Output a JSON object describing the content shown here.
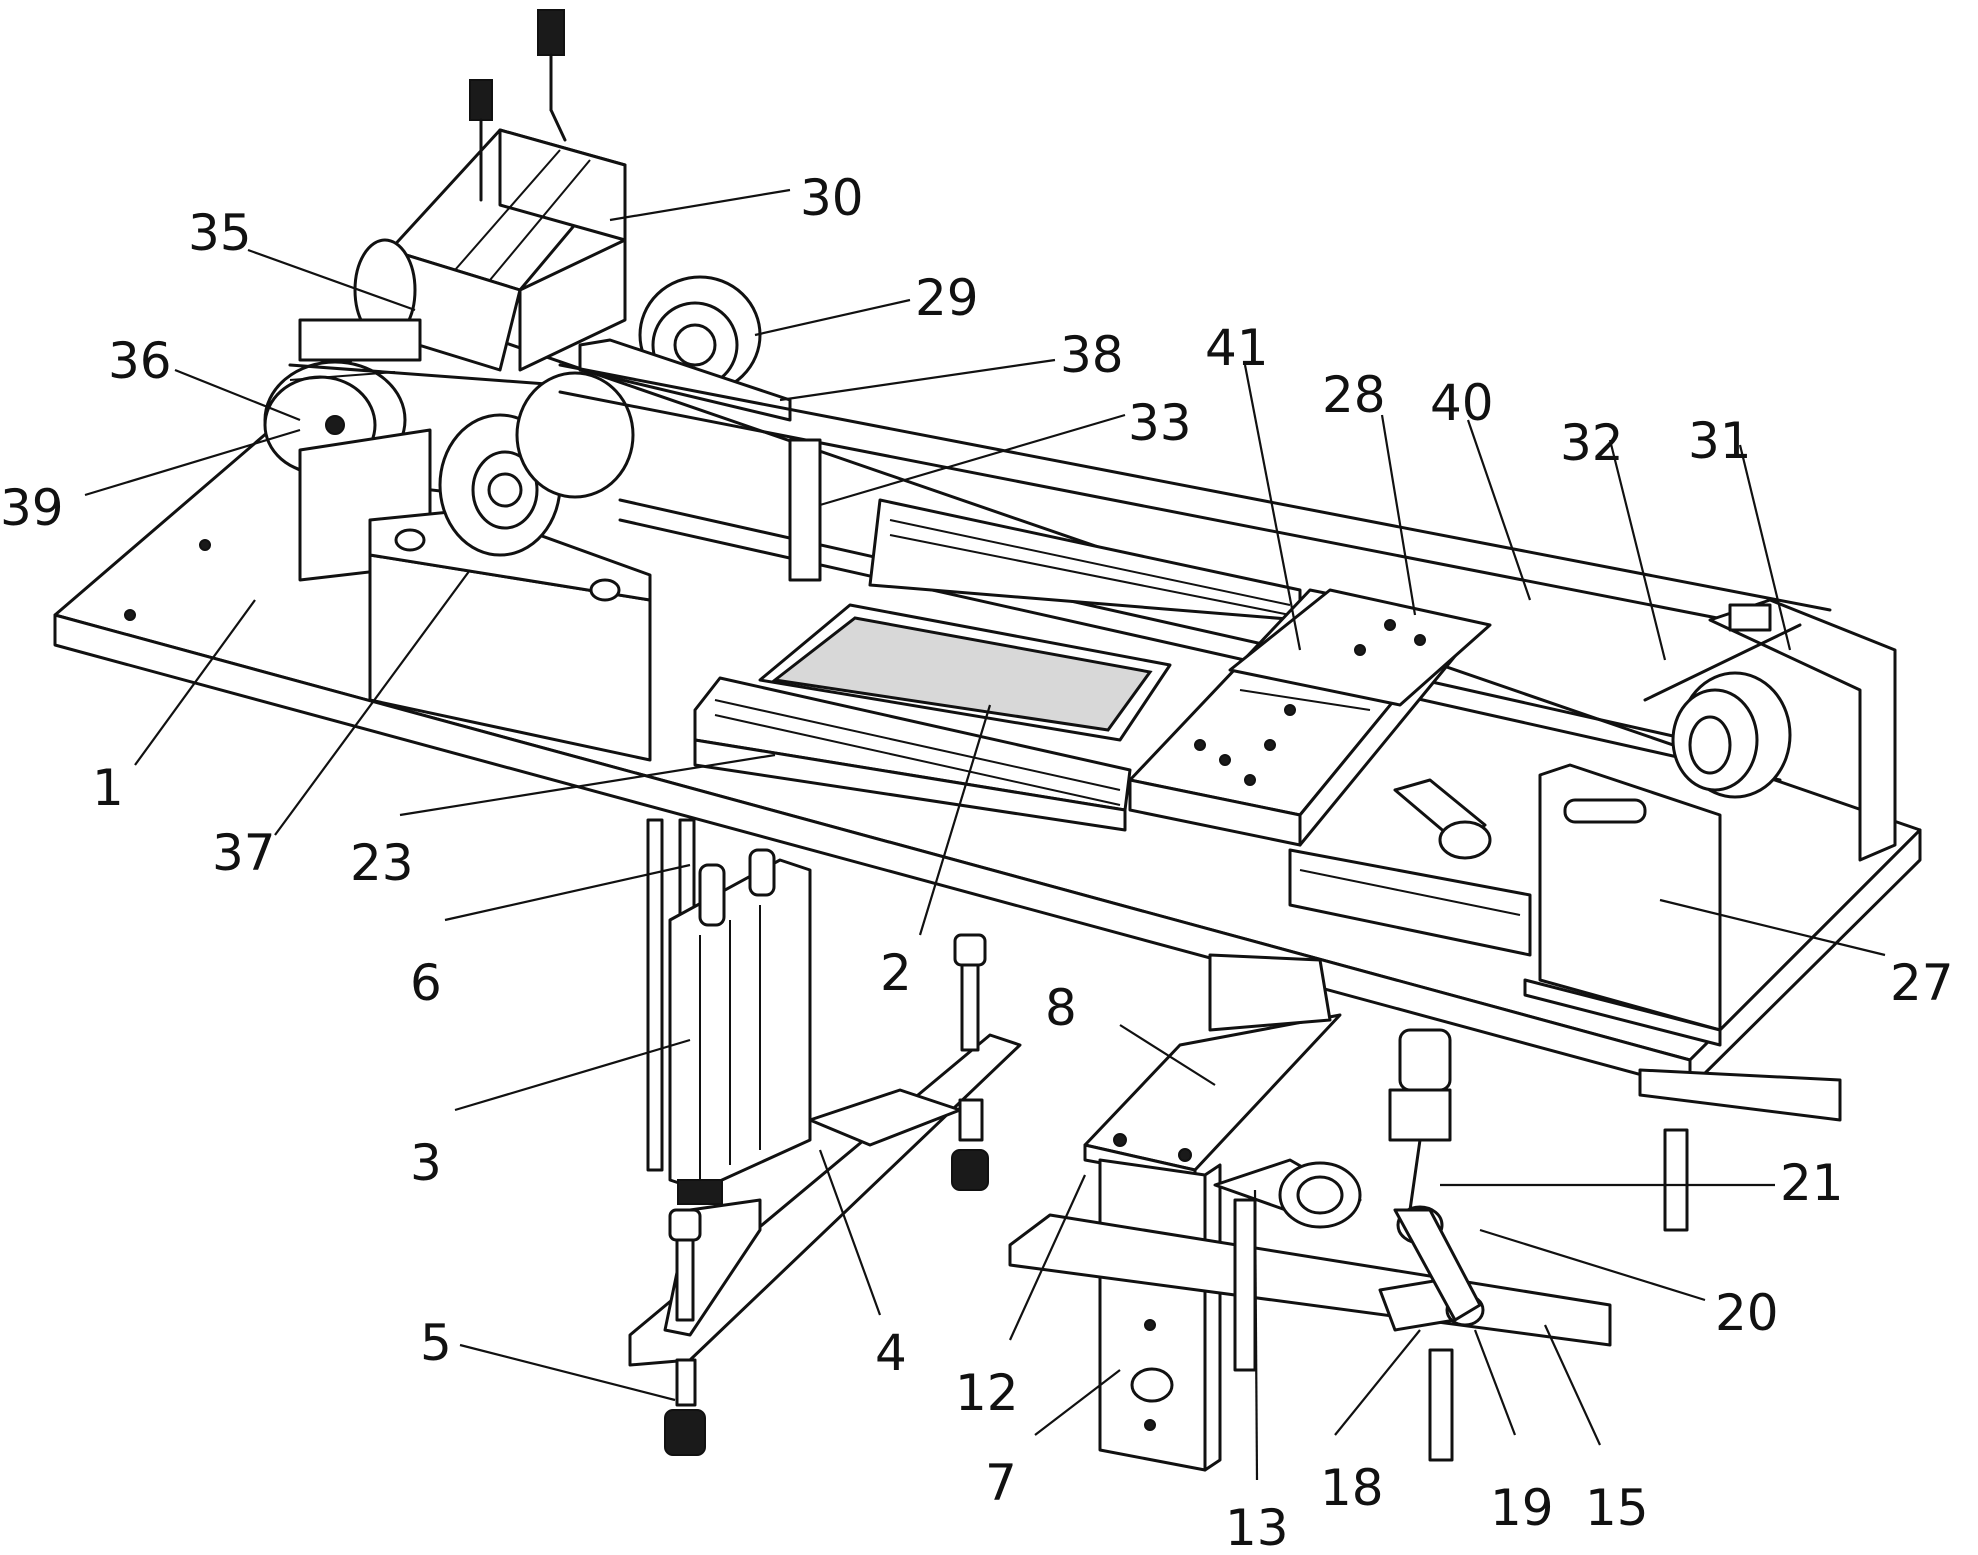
{
  "callouts": {
    "c1": "1",
    "c2": "2",
    "c3": "3",
    "c4": "4",
    "c5": "5",
    "c6": "6",
    "c7": "7",
    "c8": "8",
    "c12": "12",
    "c13": "13",
    "c15": "15",
    "c18": "18",
    "c19": "19",
    "c20": "20",
    "c21": "21",
    "c23": "23",
    "c27": "27",
    "c28": "28",
    "c29": "29",
    "c30": "30",
    "c31": "31",
    "c32": "32",
    "c33": "33",
    "c35": "35",
    "c36": "36",
    "c37": "37",
    "c38": "38",
    "c39": "39",
    "c40": "40",
    "c41": "41"
  }
}
